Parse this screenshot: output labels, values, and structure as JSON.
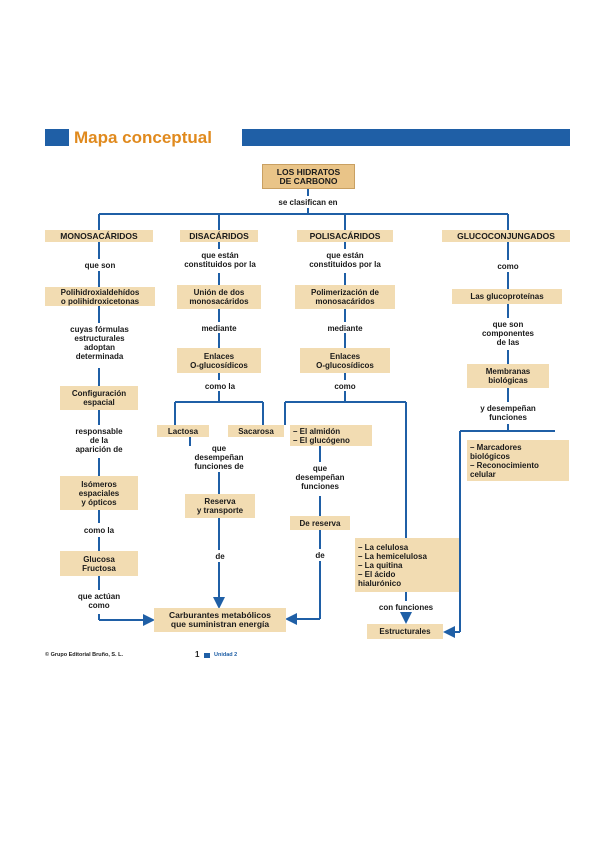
{
  "header": {
    "title": "Mapa conceptual"
  },
  "root": "LOS HIDRATOS\nDE CARBONO",
  "root_link": "se clasifican en",
  "categories": {
    "mono": "MONOSACÁRIDOS",
    "di": "DISACÁRIDOS",
    "poli": "POLISACÁRIDOS",
    "gluco": "GLUCOCONJUNGADOS"
  },
  "mono": {
    "l1": "que son",
    "b1": "Polihidroxialdehídos\no polihidroxicetonas",
    "l2": "cuyas fórmulas\nestructurales\nadoptan\ndeterminada",
    "b2": "Configuración\nespacial",
    "l3": "responsable\nde la\naparición de",
    "b3": "Isómeros\nespaciales\ny ópticos",
    "l4": "como la",
    "b4": "Glucosa\nFructosa",
    "l5": "que actúan\ncomo"
  },
  "di": {
    "l1": "que están\nconstituidos por la",
    "b1": "Unión de dos\nmonosacáridos",
    "l2": "mediante",
    "b2": "Enlaces\nO-glucosídicos",
    "l3": "como la",
    "b3a": "Lactosa",
    "b3b": "Sacarosa",
    "l4": "que\ndesempeñan\nfunciones de",
    "b4": "Reserva\ny transporte",
    "l5": "de"
  },
  "poli": {
    "l1": "que están\nconstituidos por la",
    "b1": "Polimerización de\nmonosacáridos",
    "l2": "mediante",
    "b2": "Enlaces\nO-glucosídicos",
    "l3": "como",
    "b3": "– El almidón\n– El glucógeno",
    "l4": "que\ndesempeñan\nfunciones",
    "b4": "De reserva",
    "l5": "de",
    "b5": "– La celulosa\n– La hemicelulosa\n– La quitina\n– El ácido\n   hialurónico",
    "l6": "con funciones",
    "b6": "Estructurales"
  },
  "gluco": {
    "l1": "como",
    "b1": "Las glucoproteínas",
    "l2": "que son\ncomponentes\nde las",
    "b2": "Membranas\nbiológicas",
    "l3": "y desempeñan\nfunciones",
    "b3": "– Marcadores\n   biológicos\n– Reconocimiento\n   celular"
  },
  "bottom_box": "Carburantes metabólicos\nque suministran energía",
  "footer": {
    "copyright": "© Grupo Editorial Bruño, S. L.",
    "page": "1",
    "unit": "Unidad 2"
  },
  "colors": {
    "accent": "#1f5fa6",
    "title": "#e08a1e",
    "box": "#f2dcb2",
    "root": "#e9c488"
  }
}
